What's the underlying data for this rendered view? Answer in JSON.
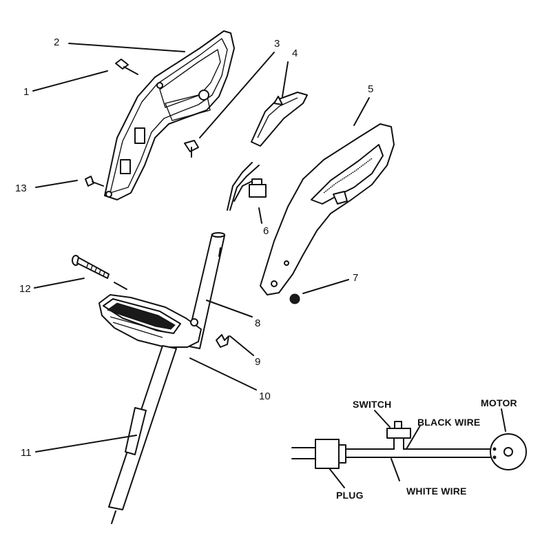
{
  "callouts": [
    {
      "id": "1",
      "text": "1"
    },
    {
      "id": "2",
      "text": "2"
    },
    {
      "id": "3",
      "text": "3"
    },
    {
      "id": "4",
      "text": "4"
    },
    {
      "id": "5",
      "text": "5"
    },
    {
      "id": "6",
      "text": "6"
    },
    {
      "id": "7",
      "text": "7"
    },
    {
      "id": "8",
      "text": "8"
    },
    {
      "id": "9",
      "text": "9"
    },
    {
      "id": "10",
      "text": "10"
    },
    {
      "id": "11",
      "text": "11"
    },
    {
      "id": "12",
      "text": "12"
    },
    {
      "id": "13",
      "text": "13"
    }
  ],
  "wiring": {
    "switch": "SWITCH",
    "motor": "MOTOR",
    "black_wire": "BLACK WIRE",
    "white_wire": "WHITE WIRE",
    "plug": "PLUG"
  }
}
